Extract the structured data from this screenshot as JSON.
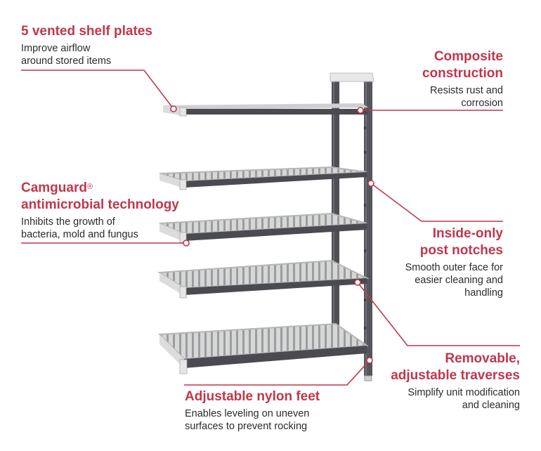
{
  "colors": {
    "accent": "#c0374a",
    "text": "#2b2b2b",
    "post": "#55555c",
    "shelf": "#c7c8c8",
    "traverse": "#4a4a50"
  },
  "callouts": {
    "vented": {
      "title": "5 vented shelf plates",
      "desc_1": "Improve airflow",
      "desc_2": "around stored items"
    },
    "composite": {
      "title_1": "Composite",
      "title_2": "construction",
      "desc_1": "Resists rust and",
      "desc_2": "corrosion"
    },
    "camguard": {
      "title_1": "Camguard",
      "title_mark": "®",
      "title_2": "antimicrobial technology",
      "desc_1": "Inhibits the growth of",
      "desc_2": "bacteria, mold and fungus"
    },
    "notches": {
      "title_1": "Inside-only",
      "title_2": "post notches",
      "desc_1": "Smooth outer face for",
      "desc_2": "easier cleaning and",
      "desc_3": "handling"
    },
    "traverses": {
      "title_1": "Removable,",
      "title_2": "adjustable traverses",
      "desc_1": "Simplify unit modification",
      "desc_2": "and cleaning"
    },
    "feet": {
      "title": "Adjustable nylon feet",
      "desc_1": "Enables leveling on uneven",
      "desc_2": "surfaces to prevent rocking"
    }
  },
  "rack": {
    "shelf_count": 5,
    "icon": "shelving-unit-illustration"
  }
}
